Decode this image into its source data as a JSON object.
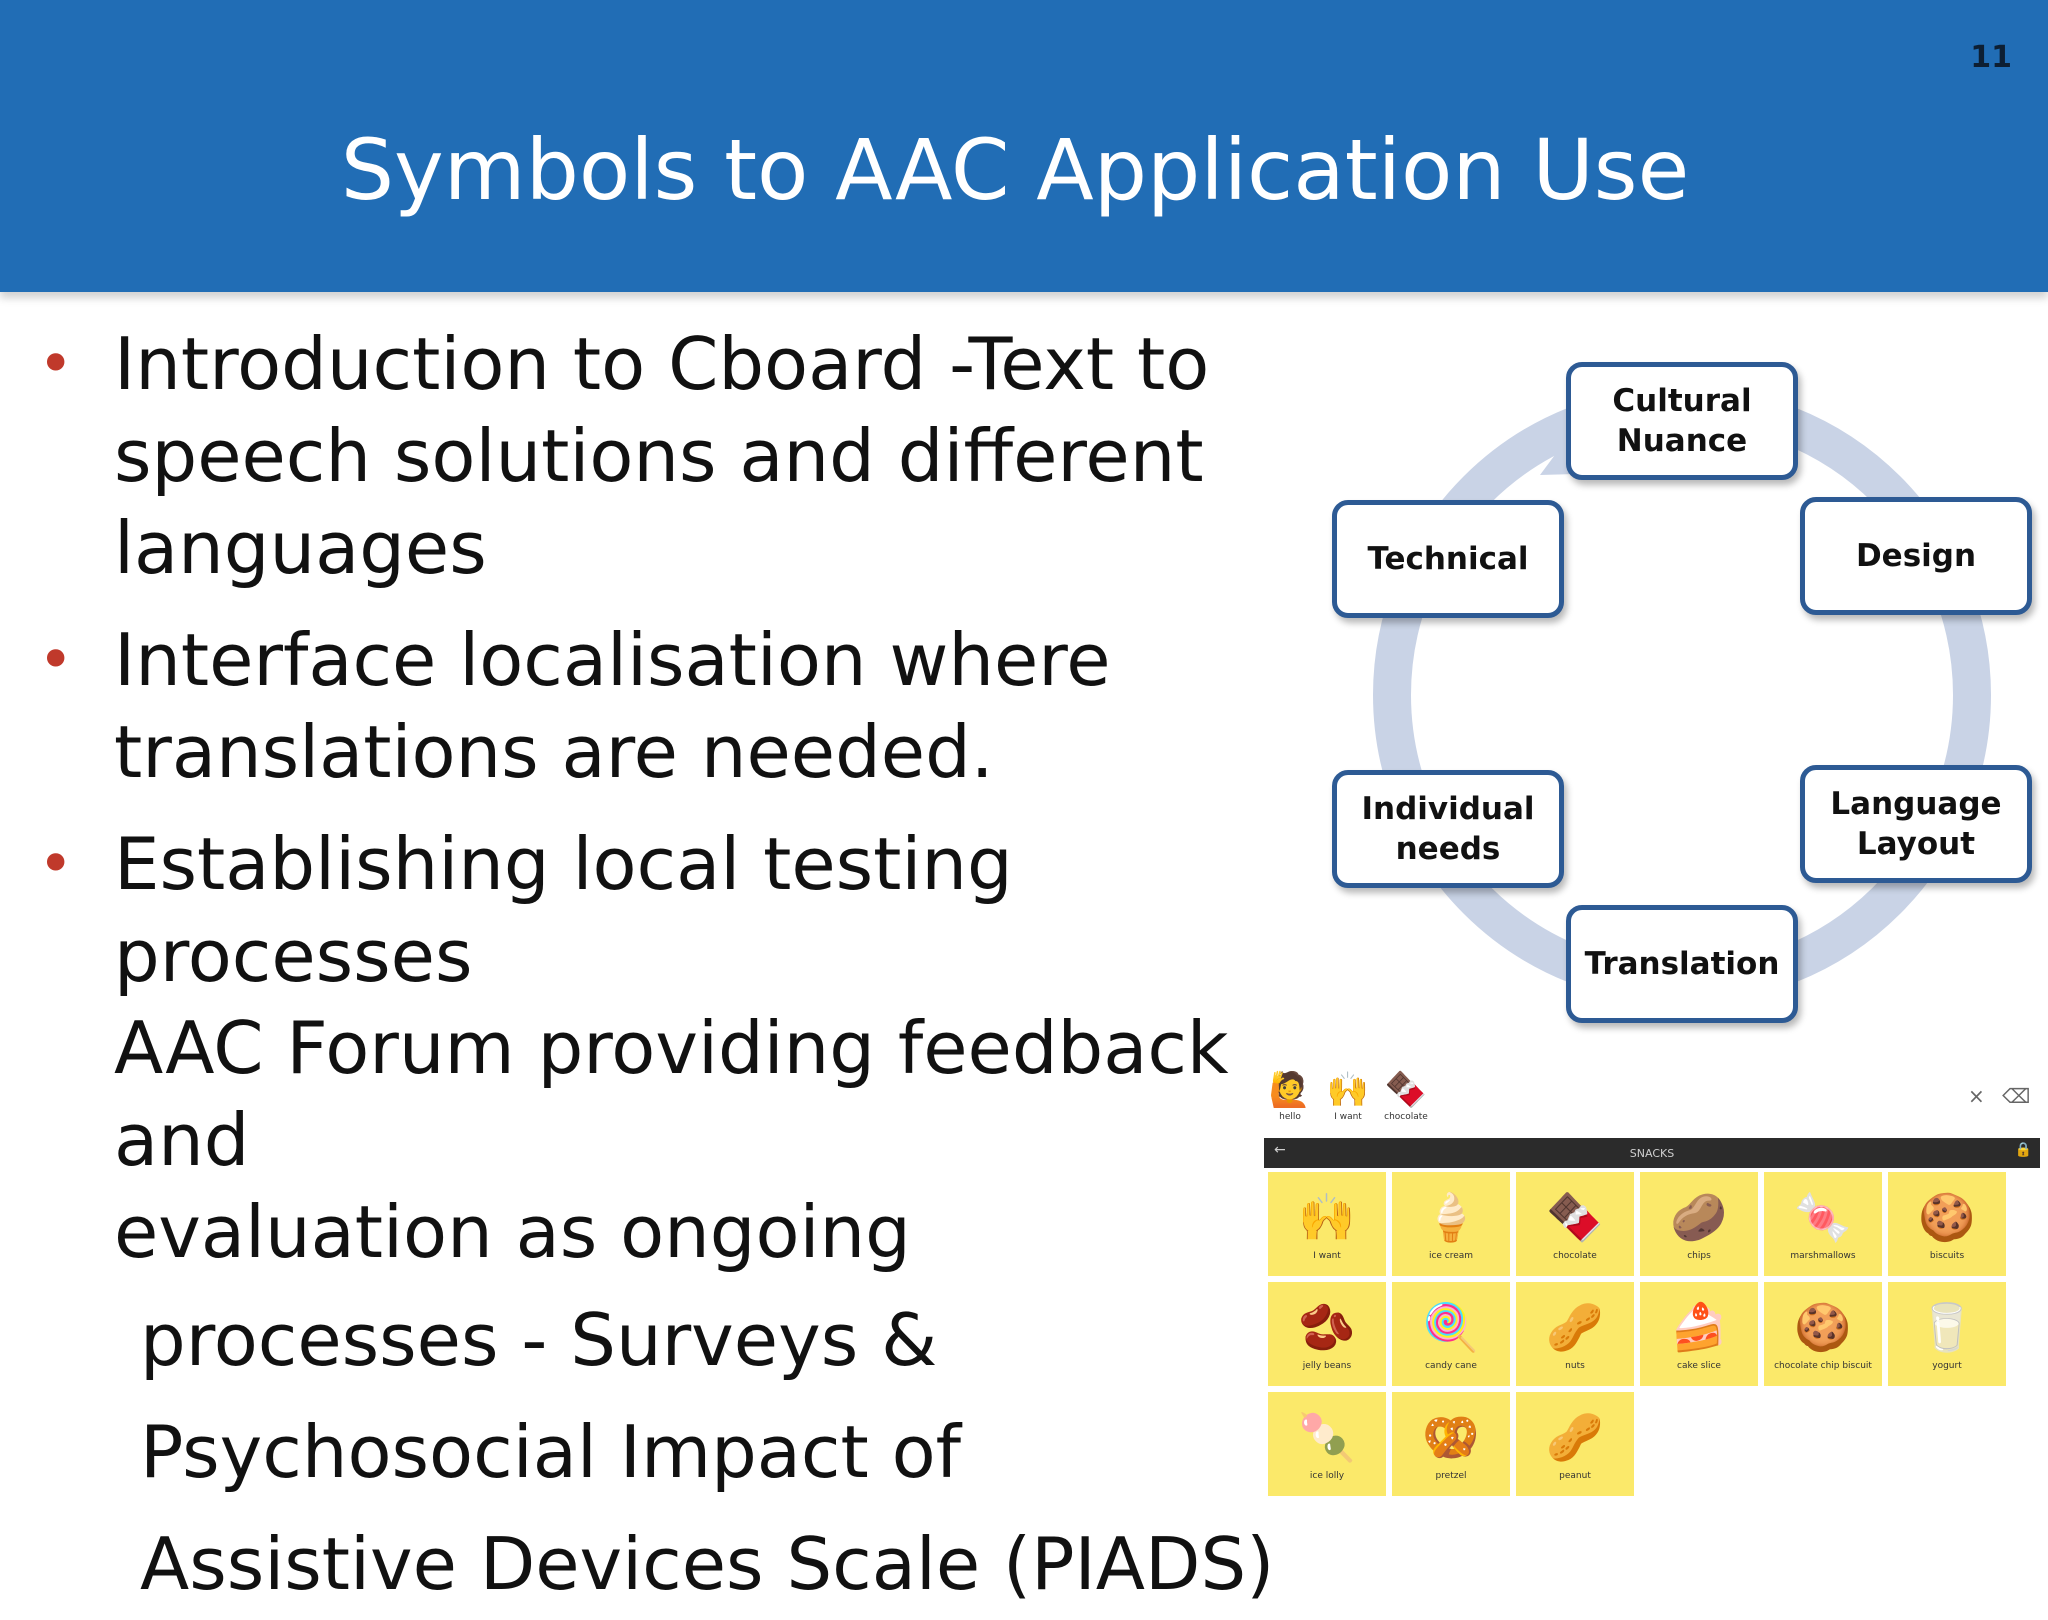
{
  "slide": {
    "number": "11",
    "title": "Symbols to AAC Application Use"
  },
  "bullets": [
    {
      "lines": [
        "Introduction to Cboard -Text to",
        "speech solutions and different",
        "languages"
      ]
    },
    {
      "lines": [
        "Interface localisation where",
        "translations are needed."
      ]
    },
    {
      "lines": [
        "Establishing local testing processes",
        "AAC Forum providing feedback and",
        "evaluation as ongoing"
      ]
    }
  ],
  "sub_lines": [
    "processes - Surveys &",
    "Psychosocial Impact of",
    "Assistive Devices Scale (PIADS)"
  ],
  "cycle": {
    "colors": {
      "ring": "#c9d3e6",
      "border": "#2d5a94"
    },
    "nodes": [
      "Cultural\nNuance",
      "Design",
      "Language\nLayout",
      "Translation",
      "Individual\nneeds",
      "Technical"
    ]
  },
  "board": {
    "header": "SNACKS",
    "controls": {
      "close": "×",
      "backspace": "⌫",
      "back": "←",
      "lock": "🔒"
    },
    "sentence": [
      {
        "label": "hello",
        "icon": "person-waving-icon",
        "glyph": "🙋"
      },
      {
        "label": "I want",
        "icon": "hands-reaching-icon",
        "glyph": "🙌"
      },
      {
        "label": "chocolate",
        "icon": "chocolate-bar-icon",
        "glyph": "🍫"
      }
    ],
    "tiles": [
      {
        "label": "I want",
        "icon": "hands-reaching-icon",
        "glyph": "🙌"
      },
      {
        "label": "ice cream",
        "icon": "ice-cream-icon",
        "glyph": "🍦"
      },
      {
        "label": "chocolate",
        "icon": "chocolate-bar-icon",
        "glyph": "🍫"
      },
      {
        "label": "chips",
        "icon": "chips-bag-icon",
        "glyph": "🥔"
      },
      {
        "label": "marshmallows",
        "icon": "marshmallow-bag-icon",
        "glyph": "🍬"
      },
      {
        "label": "biscuits",
        "icon": "biscuits-icon",
        "glyph": "🍪"
      },
      {
        "label": "jelly beans",
        "icon": "jelly-beans-icon",
        "glyph": "🫘"
      },
      {
        "label": "candy cane",
        "icon": "candy-cane-icon",
        "glyph": "🍭"
      },
      {
        "label": "nuts",
        "icon": "nuts-icon",
        "glyph": "🥜"
      },
      {
        "label": "cake slice",
        "icon": "cake-slice-icon",
        "glyph": "🍰"
      },
      {
        "label": "chocolate chip biscuit",
        "icon": "cookie-icon",
        "glyph": "🍪"
      },
      {
        "label": "yogurt",
        "icon": "yogurt-cup-icon",
        "glyph": "🥛"
      },
      {
        "label": "ice lolly",
        "icon": "ice-lolly-icon",
        "glyph": "🍡"
      },
      {
        "label": "pretzel",
        "icon": "pretzel-icon",
        "glyph": "🥨"
      },
      {
        "label": "peanut",
        "icon": "peanut-icon",
        "glyph": "🥜"
      }
    ]
  }
}
